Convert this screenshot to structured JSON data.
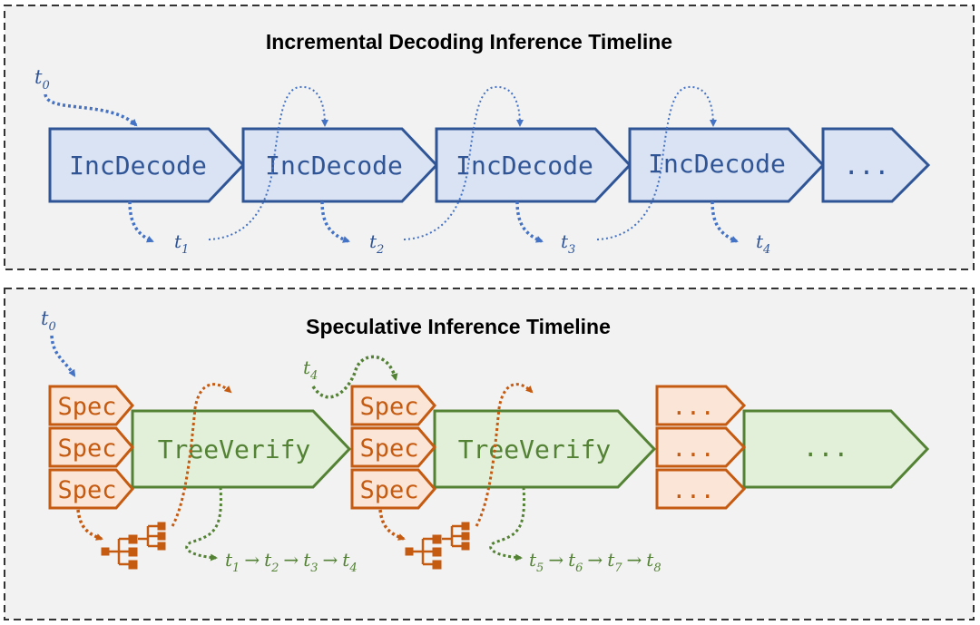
{
  "colors": {
    "panel_bg": "#f2f2f2",
    "panel_border": "#333333",
    "blue_stroke": "#2f5597",
    "blue_fill": "#dae3f3",
    "blue_text": "#2f5597",
    "blue_arrow": "#4472c4",
    "orange_stroke": "#c55a11",
    "orange_fill": "#fbe5d6",
    "orange_text": "#c55a11",
    "green_stroke": "#548235",
    "green_fill": "#e2f0d9",
    "green_text": "#548235"
  },
  "top": {
    "title": "Incremental Decoding Inference Timeline",
    "start_token": {
      "base": "t",
      "sub": "0"
    },
    "blocks": [
      "IncDecode",
      "IncDecode",
      "IncDecode",
      "IncDecode",
      "..."
    ],
    "tokens": [
      {
        "base": "t",
        "sub": "1"
      },
      {
        "base": "t",
        "sub": "2"
      },
      {
        "base": "t",
        "sub": "3"
      },
      {
        "base": "t",
        "sub": "4"
      }
    ]
  },
  "bottom": {
    "title": "Speculative Inference Timeline",
    "start_token": {
      "base": "t",
      "sub": "0"
    },
    "mid_token": {
      "base": "t",
      "sub": "4"
    },
    "spec_group_1": [
      "Spec",
      "Spec",
      "Spec"
    ],
    "verify_1": "TreeVerify",
    "spec_group_2": [
      "Spec",
      "Spec",
      "Spec"
    ],
    "verify_2": "TreeVerify",
    "spec_group_3": [
      "...",
      "...",
      "..."
    ],
    "verify_3": "...",
    "sequence_1": [
      {
        "base": "t",
        "sub": "1"
      },
      {
        "base": "t",
        "sub": "2"
      },
      {
        "base": "t",
        "sub": "3"
      },
      {
        "base": "t",
        "sub": "4"
      }
    ],
    "sequence_2": [
      {
        "base": "t",
        "sub": "5"
      },
      {
        "base": "t",
        "sub": "6"
      },
      {
        "base": "t",
        "sub": "7"
      },
      {
        "base": "t",
        "sub": "8"
      }
    ],
    "arrow_glyph": "→"
  }
}
